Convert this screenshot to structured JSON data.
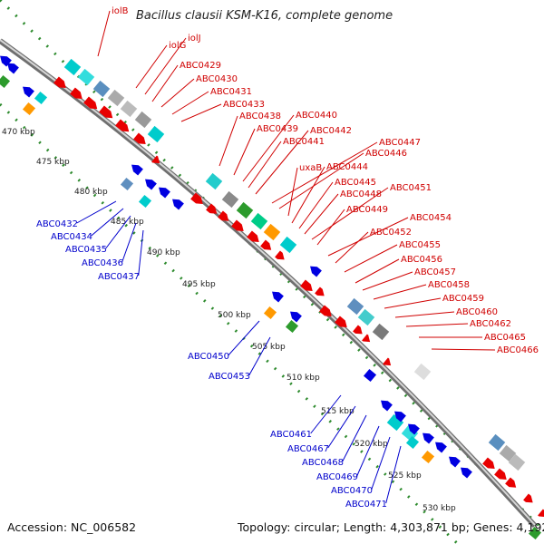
{
  "title": "Bacillus clausii KSM-K16, complete genome",
  "footer": {
    "accession": "Accession: NC_006582",
    "topology": "Topology: circular; Length: 4,303,871 bp; Genes: 4,192"
  },
  "ticks": [
    "470 kbp",
    "475 kbp",
    "480 kbp",
    "485 kbp",
    "490 kbp",
    "495 kbp",
    "500 kbp",
    "505 kbp",
    "510 kbp",
    "515 kbp",
    "520 kbp",
    "525 kbp",
    "530 kbp"
  ],
  "labels_forward": [
    "iolB",
    "iolG",
    "iolJ",
    "ABC0429",
    "ABC0430",
    "ABC0431",
    "ABC0433",
    "ABC0438",
    "ABC0439",
    "ABC0440",
    "ABC0441",
    "ABC0442",
    "ABC0447",
    "ABC0446",
    "uxaB",
    "ABC0444",
    "ABC0445",
    "ABC0448",
    "ABC0451",
    "ABC0449",
    "ABC0454",
    "ABC0452",
    "ABC0455",
    "ABC0456",
    "ABC0457",
    "ABC0458",
    "ABC0459",
    "ABC0460",
    "ABC0462",
    "ABC0465",
    "ABC0466"
  ],
  "labels_reverse": [
    "ABC0432",
    "ABC0434",
    "ABC0435",
    "ABC0436",
    "ABC0437",
    "ABC0450",
    "ABC0453",
    "ABC0461",
    "ABC0467",
    "ABC0468",
    "ABC0469",
    "ABC0470",
    "ABC0471"
  ],
  "colors": {
    "forward_gene": "#e80000",
    "reverse_gene": "#0000e0",
    "forward_label": "#d00000",
    "reverse_label": "#0000cc",
    "backbone": "#888888",
    "dotted_ring": "#2e8b2e"
  }
}
